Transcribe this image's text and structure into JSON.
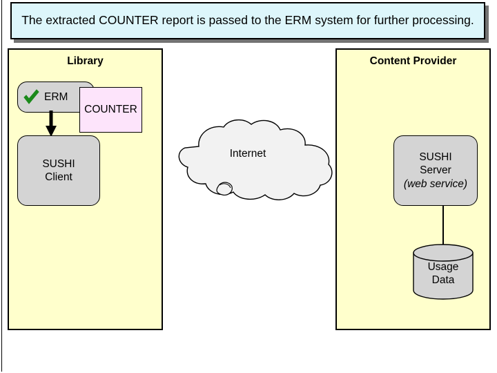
{
  "title": {
    "text": "The extracted COUNTER report is passed to the ERM system for further processing."
  },
  "panels": {
    "library": {
      "title": "Library"
    },
    "content_provider": {
      "title": "Content Provider"
    }
  },
  "nodes": {
    "erm": {
      "label": "ERM",
      "icon": "green-check-icon"
    },
    "counter": {
      "label": "COUNTER"
    },
    "sushi_client": {
      "line1": "SUSHI",
      "line2": "Client"
    },
    "sushi_server": {
      "line1": "SUSHI",
      "line2": "Server",
      "line3": "(web service)"
    },
    "usage_data": {
      "line1": "Usage",
      "line2": "Data"
    },
    "internet": {
      "label": "Internet"
    }
  },
  "colors": {
    "title_background": "#ddf6fb",
    "panel_background": "#ffffcc",
    "node_background": "#d4d4d4",
    "counter_background": "#fde4fb",
    "check_green": "#1a8a1a",
    "cloud_fill": "#f2f2f2",
    "outline": "#000000"
  }
}
